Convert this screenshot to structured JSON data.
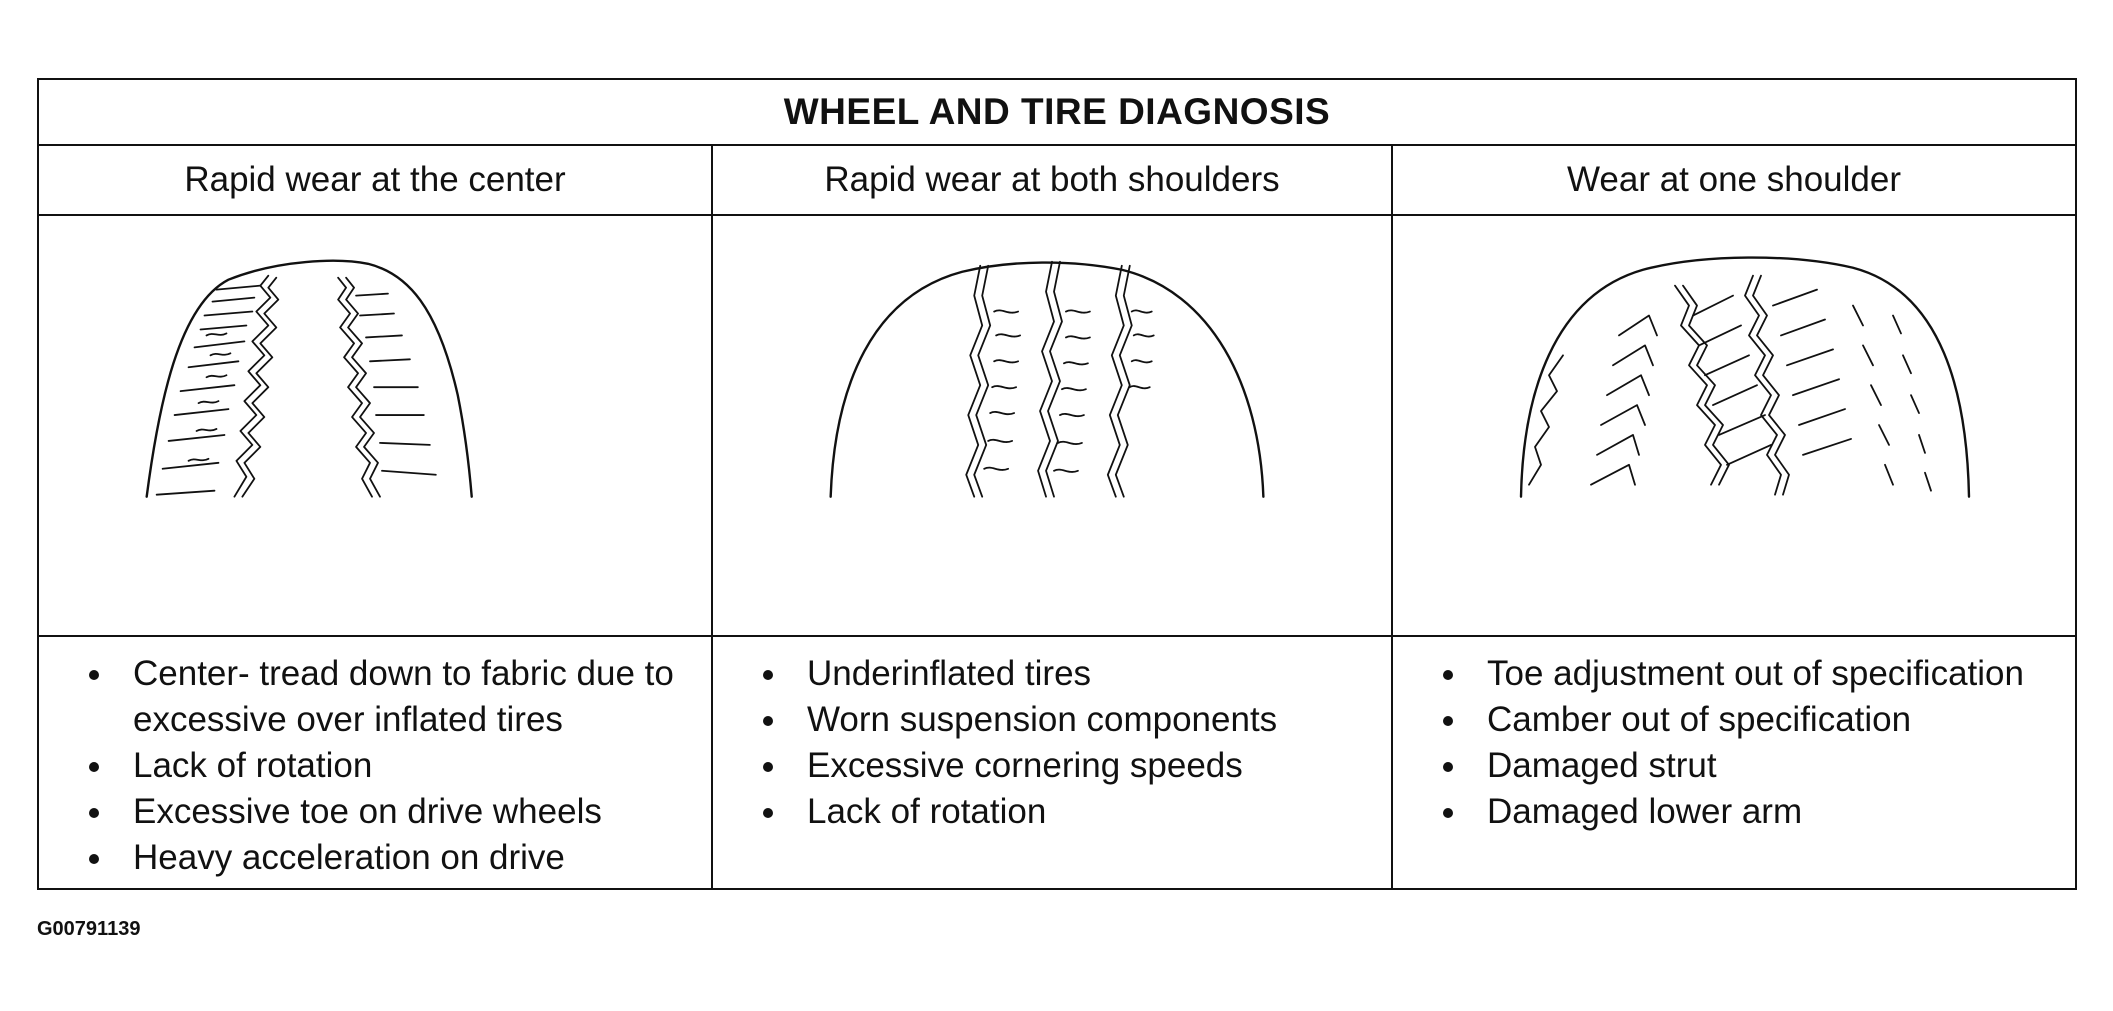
{
  "table": {
    "title": "WHEEL AND TIRE DIAGNOSIS",
    "columns": [
      {
        "header": "Rapid wear at the center",
        "illustration": "tire-center-wear-icon",
        "causes": [
          "Center- tread down to fabric due to excessive over inflated tires",
          "Lack of rotation",
          "Excessive toe on drive wheels",
          "Heavy acceleration on drive"
        ]
      },
      {
        "header": "Rapid wear at both shoulders",
        "illustration": "tire-shoulder-wear-icon",
        "causes": [
          "Underinflated tires",
          "Worn suspension components",
          "Excessive cornering speeds",
          "Lack of rotation"
        ]
      },
      {
        "header": "Wear at one shoulder",
        "illustration": "tire-one-shoulder-wear-icon",
        "causes": [
          "Toe adjustment out of specification",
          "Camber out of specification",
          "Damaged strut",
          "Damaged lower arm"
        ]
      }
    ]
  },
  "figure_id": "G00791139"
}
